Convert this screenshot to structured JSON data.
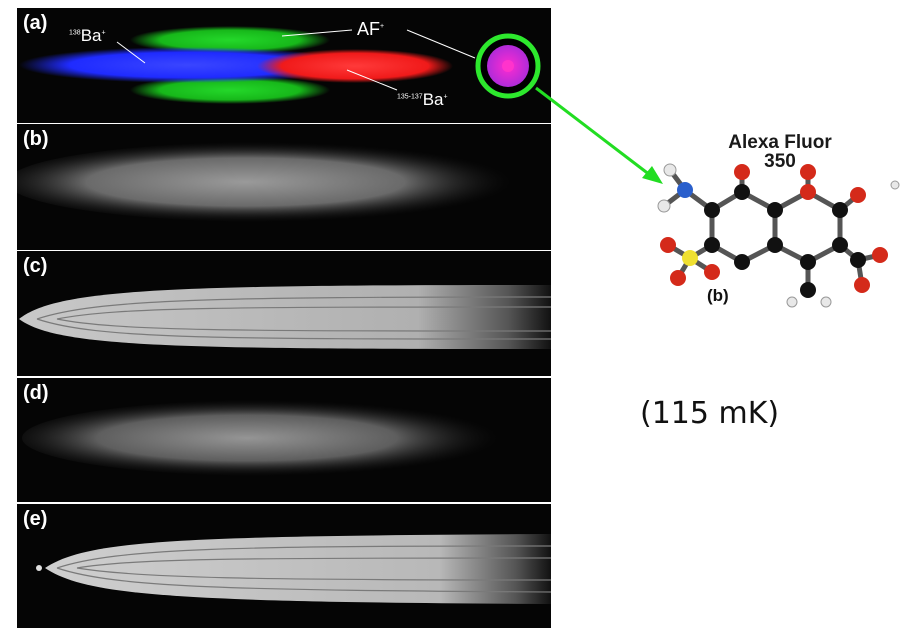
{
  "panels": {
    "a": {
      "label": "(a)",
      "ba138": "138",
      "ba138_ion": "Ba",
      "af": "AF",
      "ba135": "135-137",
      "ba135_ion": "Ba"
    },
    "b": {
      "label": "(b)"
    },
    "c": {
      "label": "(c)"
    },
    "d": {
      "label": "(d)"
    },
    "e": {
      "label": "(e)"
    }
  },
  "molecule": {
    "title_line1": "Alexa Fluor",
    "title_line2": "350",
    "panel_label": "(b)"
  },
  "temperature": "(115 mK)",
  "colors": {
    "ba138": "#1f2bff",
    "af": "#17c21a",
    "ba135": "#ff1a1a",
    "arrow": "#22dd22",
    "ion": "#c82bd9",
    "oxygen": "#d42a1a",
    "nitrogen": "#2a5fcc",
    "sulfur": "#f0e030",
    "carbon": "#111111",
    "hydrogen": "#e8e8e8"
  }
}
